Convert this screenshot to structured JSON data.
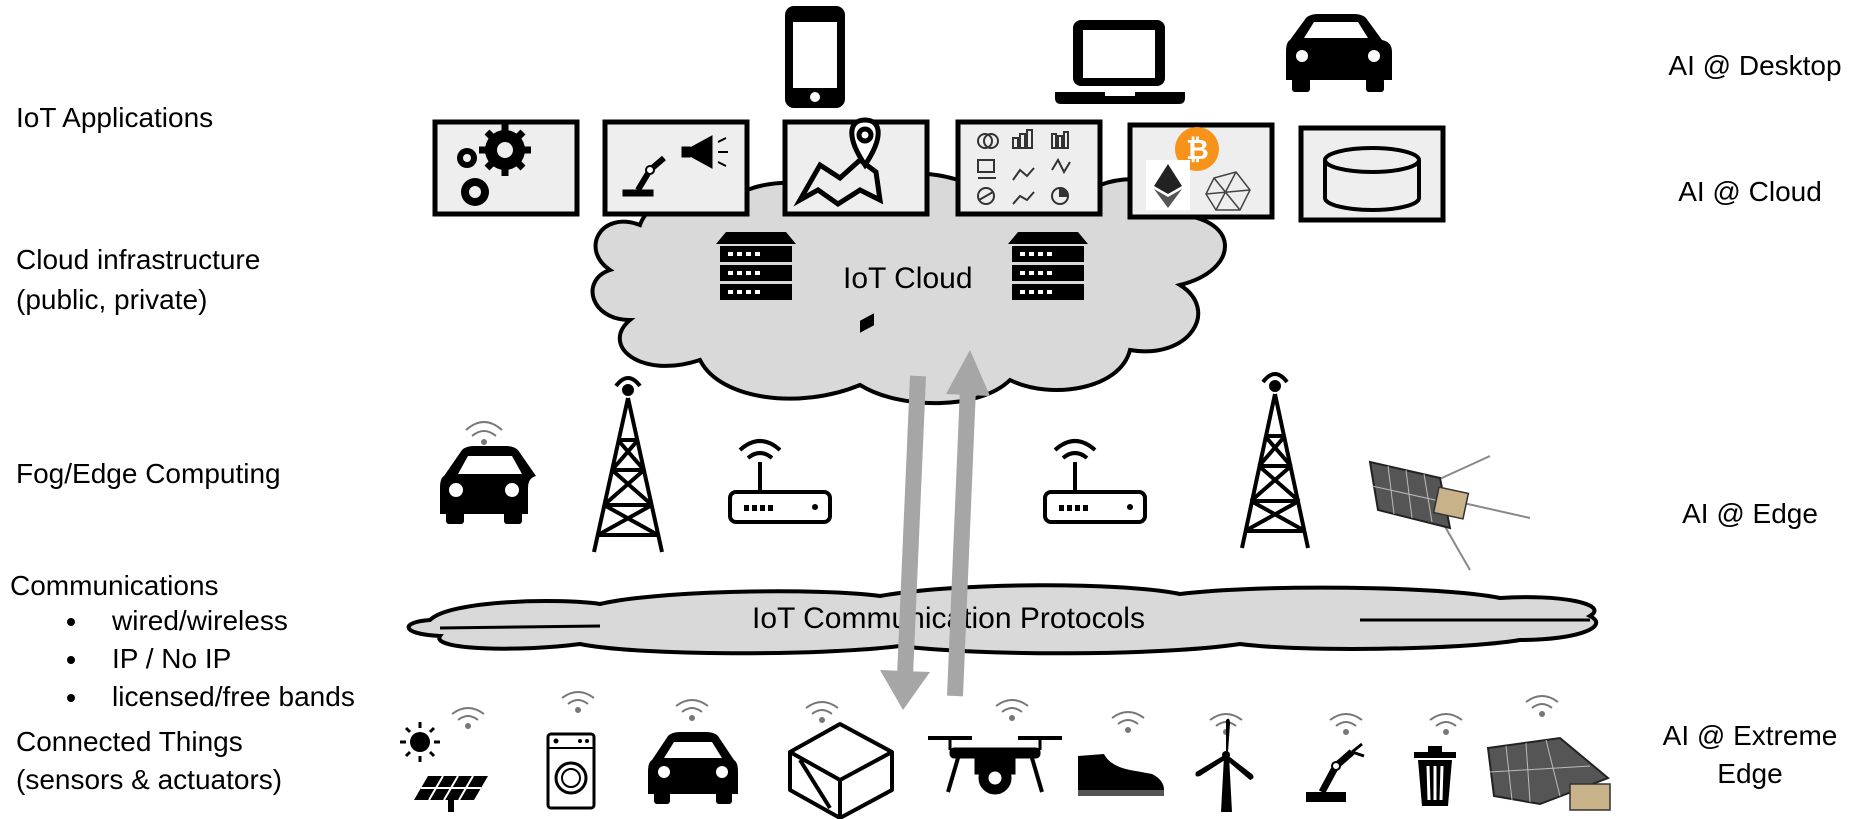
{
  "left_labels": {
    "iot_applications": "IoT Applications",
    "cloud_infra_line1": "Cloud infrastructure",
    "cloud_infra_line2": "(public, private)",
    "fog_edge": "Fog/Edge Computing",
    "communications": "Communications",
    "bullets": [
      "wired/wireless",
      "IP / No IP",
      "licensed/free bands"
    ],
    "connected_line1": "Connected Things",
    "connected_line2": "(sensors & actuators)"
  },
  "right_labels": {
    "desktop": "AI @ Desktop",
    "cloud": "AI @ Cloud",
    "edge": "AI @ Edge",
    "extreme_line1": "AI @ Extreme",
    "extreme_line2": "Edge"
  },
  "clouds": {
    "iot_cloud": "IoT Cloud",
    "protocols": "IoT Communication Protocols"
  },
  "icons": {
    "desktop_row": [
      "smartphone-icon",
      "laptop-icon",
      "car-icon"
    ],
    "application_boxes": [
      "gears-icon",
      "robot-arm-megaphone-icon",
      "map-pin-icon",
      "analytics-charts-icon",
      "crypto-blockchain-icon",
      "database-icon"
    ],
    "cloud_servers": [
      "server-rack-icon",
      "server-rack-icon"
    ],
    "edge_row": [
      "connected-car-icon",
      "cell-tower-icon",
      "wifi-router-icon",
      "wifi-router-icon",
      "cell-tower-icon",
      "satellite-icon"
    ],
    "things_row": [
      "solar-panel-icon",
      "washing-machine-icon",
      "car-icon",
      "package-icon",
      "drone-icon",
      "shoe-icon",
      "wind-turbine-icon",
      "robot-arm-icon",
      "trash-can-icon",
      "satellite-icon"
    ]
  },
  "colors": {
    "cloud_fill": "#d9d9d9",
    "arrow": "#a6a6a6",
    "box_fill": "#eeeeee",
    "bitcoin": "#f7931a"
  }
}
